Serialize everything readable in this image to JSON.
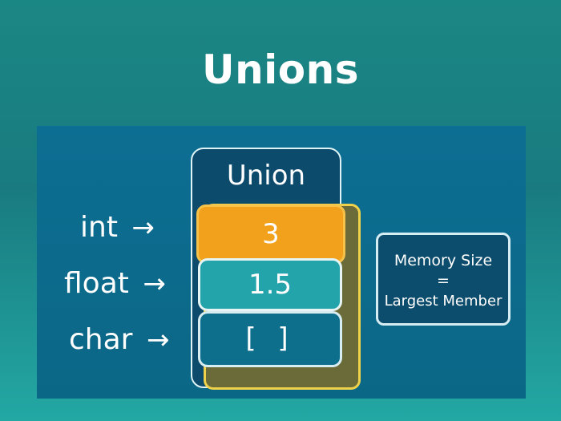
{
  "title": "Unions",
  "union": {
    "label": "Union"
  },
  "members": [
    {
      "type_label": "int",
      "arrow": "→",
      "value": "3",
      "color": "#f2a11c"
    },
    {
      "type_label": "float",
      "arrow": "→",
      "value": "1.5",
      "color": "#23a3aa"
    },
    {
      "type_label": "char",
      "arrow": "→",
      "value": "[ ]",
      "color": "#0e6f8d"
    }
  ],
  "memory_note": {
    "line1": "Memory Size",
    "line2": "=",
    "line3": "Largest Member"
  },
  "colors": {
    "background": "#1b8784",
    "panel": "#0d6e93",
    "union_box": "#0d4b6d",
    "highlight_border": "#f0d24a"
  }
}
